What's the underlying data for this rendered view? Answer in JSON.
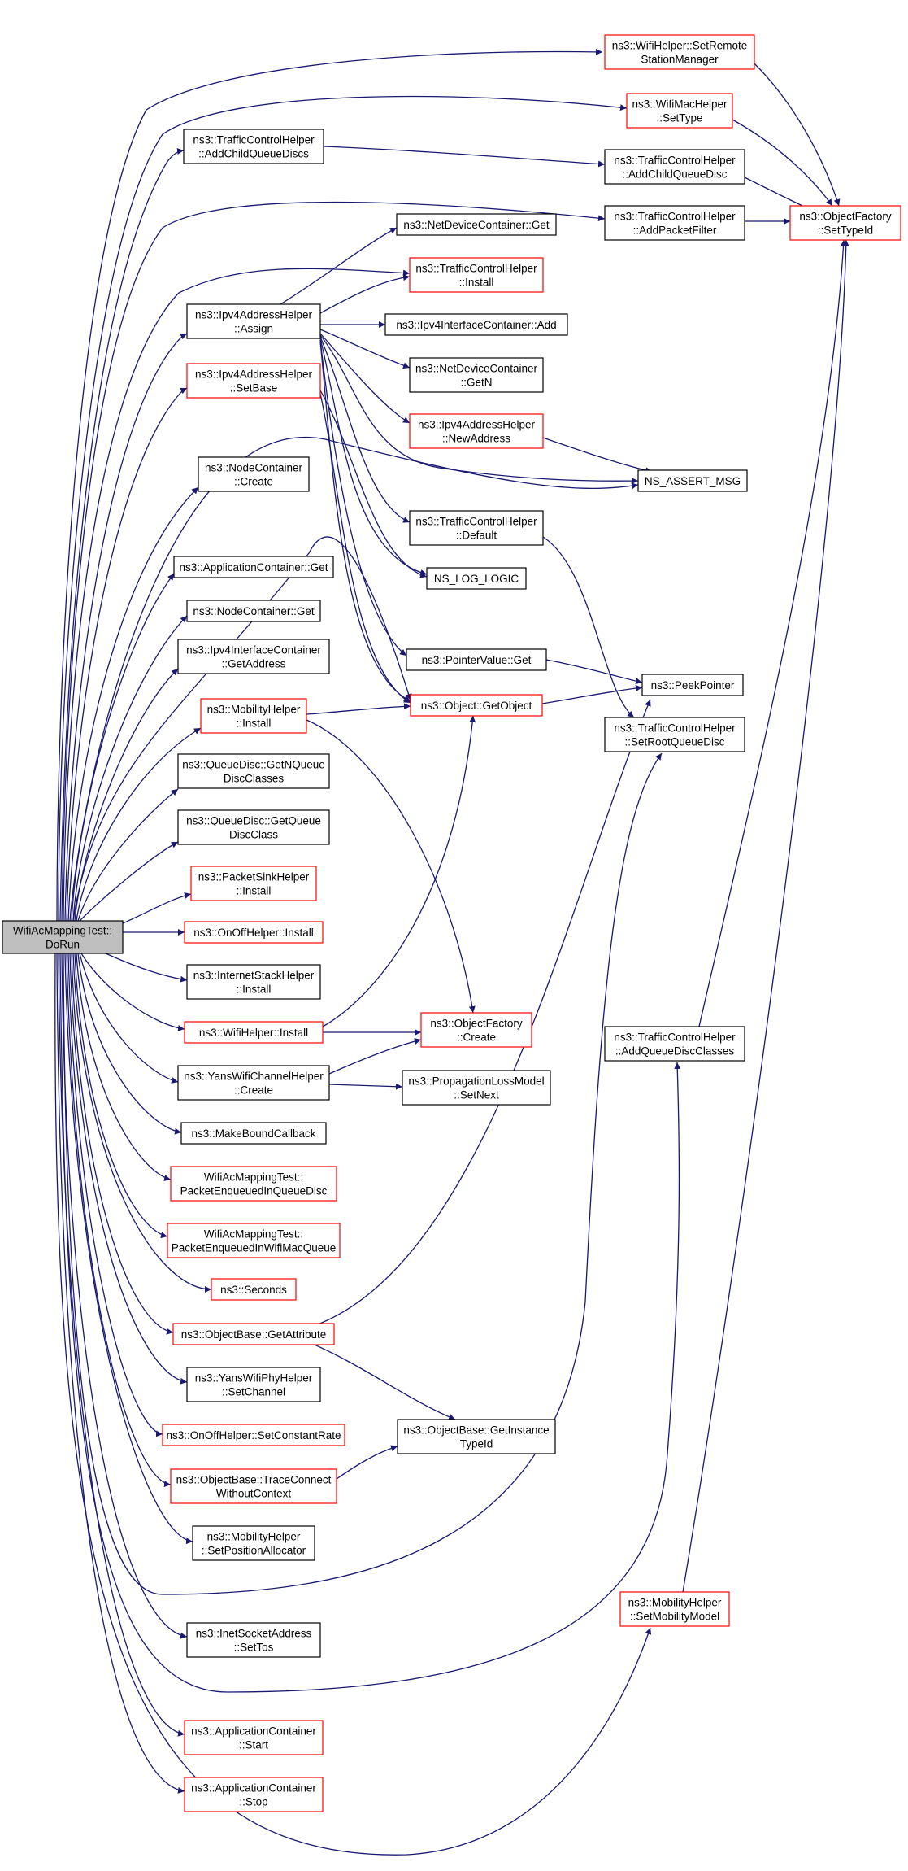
{
  "colors": {
    "edge": "#191970",
    "root_fill": "#bfbfbf",
    "root_border": "#000000",
    "ok_border": "#000000",
    "red_border": "#ff0000",
    "box_fill": "#ffffff"
  },
  "nodes": {
    "root": {
      "lines": [
        "WifiAcMappingTest::",
        "DoRun"
      ],
      "style": "root"
    },
    "setRemote": {
      "lines": [
        "ns3::WifiHelper::SetRemote",
        "StationManager"
      ],
      "style": "red"
    },
    "macSetType": {
      "lines": [
        "ns3::WifiMacHelper",
        "::SetType"
      ],
      "style": "red"
    },
    "addChild1": {
      "lines": [
        "ns3::TrafficControlHelper",
        "::AddChildQueueDiscs"
      ],
      "style": "black"
    },
    "addChild2": {
      "lines": [
        "ns3::TrafficControlHelper",
        "::AddChildQueueDisc"
      ],
      "style": "black"
    },
    "addFilter": {
      "lines": [
        "ns3::TrafficControlHelper",
        "::AddPacketFilter"
      ],
      "style": "black"
    },
    "ofSetTypeId": {
      "lines": [
        "ns3::ObjectFactory",
        "::SetTypeId"
      ],
      "style": "red"
    },
    "ndcGet": {
      "lines": [
        "ns3::NetDeviceContainer::Get"
      ],
      "style": "black"
    },
    "tchInstall": {
      "lines": [
        "ns3::TrafficControlHelper",
        "::Install"
      ],
      "style": "red"
    },
    "ipv4Assign": {
      "lines": [
        "ns3::Ipv4AddressHelper",
        "::Assign"
      ],
      "style": "black"
    },
    "ipv4IcAdd": {
      "lines": [
        "ns3::Ipv4InterfaceContainer::Add"
      ],
      "style": "black"
    },
    "ndcGetN": {
      "lines": [
        "ns3::NetDeviceContainer",
        "::GetN"
      ],
      "style": "black"
    },
    "ipv4SetBase": {
      "lines": [
        "ns3::Ipv4AddressHelper",
        "::SetBase"
      ],
      "style": "red"
    },
    "ipv4NewAddr": {
      "lines": [
        "ns3::Ipv4AddressHelper",
        "::NewAddress"
      ],
      "style": "red"
    },
    "nsAssert": {
      "lines": [
        "NS_ASSERT_MSG"
      ],
      "style": "black"
    },
    "ncCreate": {
      "lines": [
        "ns3::NodeContainer",
        "::Create"
      ],
      "style": "black"
    },
    "tchDefault": {
      "lines": [
        "ns3::TrafficControlHelper",
        "::Default"
      ],
      "style": "black"
    },
    "appGet": {
      "lines": [
        "ns3::ApplicationContainer::Get"
      ],
      "style": "black"
    },
    "nsLog": {
      "lines": [
        "NS_LOG_LOGIC"
      ],
      "style": "black"
    },
    "ncGet": {
      "lines": [
        "ns3::NodeContainer::Get"
      ],
      "style": "black"
    },
    "ipv4IcGetAddr": {
      "lines": [
        "ns3::Ipv4InterfaceContainer",
        "::GetAddress"
      ],
      "style": "black"
    },
    "pvGet": {
      "lines": [
        "ns3::PointerValue::Get"
      ],
      "style": "black"
    },
    "peekPtr": {
      "lines": [
        "ns3::PeekPointer"
      ],
      "style": "black"
    },
    "mobInstall": {
      "lines": [
        "ns3::MobilityHelper",
        "::Install"
      ],
      "style": "red"
    },
    "objGetObject": {
      "lines": [
        "ns3::Object::GetObject"
      ],
      "style": "red"
    },
    "setRootQd": {
      "lines": [
        "ns3::TrafficControlHelper",
        "::SetRootQueueDisc"
      ],
      "style": "black"
    },
    "qdGetN": {
      "lines": [
        "ns3::QueueDisc::GetNQueue",
        "DiscClasses"
      ],
      "style": "black"
    },
    "qdGetQ": {
      "lines": [
        "ns3::QueueDisc::GetQueue",
        "DiscClass"
      ],
      "style": "black"
    },
    "psInstall": {
      "lines": [
        "ns3::PacketSinkHelper",
        "::Install"
      ],
      "style": "red"
    },
    "ooInstall": {
      "lines": [
        "ns3::OnOffHelper::Install"
      ],
      "style": "red"
    },
    "isInstall": {
      "lines": [
        "ns3::InternetStackHelper",
        "::Install"
      ],
      "style": "black"
    },
    "wifiInstall": {
      "lines": [
        "ns3::WifiHelper::Install"
      ],
      "style": "red"
    },
    "ofCreate": {
      "lines": [
        "ns3::ObjectFactory",
        "::Create"
      ],
      "style": "red"
    },
    "addQdClasses": {
      "lines": [
        "ns3::TrafficControlHelper",
        "::AddQueueDiscClasses"
      ],
      "style": "black"
    },
    "ywcCreate": {
      "lines": [
        "ns3::YansWifiChannelHelper",
        "::Create"
      ],
      "style": "black"
    },
    "plmSetNext": {
      "lines": [
        "ns3::PropagationLossModel",
        "::SetNext"
      ],
      "style": "black"
    },
    "mbc": {
      "lines": [
        "ns3::MakeBoundCallback"
      ],
      "style": "black"
    },
    "peQd": {
      "lines": [
        "WifiAcMappingTest::",
        "PacketEnqueuedInQueueDisc"
      ],
      "style": "red"
    },
    "peMac": {
      "lines": [
        "WifiAcMappingTest::",
        "PacketEnqueuedInWifiMacQueue"
      ],
      "style": "red"
    },
    "seconds": {
      "lines": [
        "ns3::Seconds"
      ],
      "style": "red"
    },
    "obGetAttr": {
      "lines": [
        "ns3::ObjectBase::GetAttribute"
      ],
      "style": "red"
    },
    "ywpSetChan": {
      "lines": [
        "ns3::YansWifiPhyHelper",
        "::SetChannel"
      ],
      "style": "black"
    },
    "ooSetRate": {
      "lines": [
        "ns3::OnOffHelper::SetConstantRate"
      ],
      "style": "red"
    },
    "obGetInst": {
      "lines": [
        "ns3::ObjectBase::GetInstance",
        "TypeId"
      ],
      "style": "black"
    },
    "obTrace": {
      "lines": [
        "ns3::ObjectBase::TraceConnect",
        "WithoutContext"
      ],
      "style": "red"
    },
    "mobSetPos": {
      "lines": [
        "ns3::MobilityHelper",
        "::SetPositionAllocator"
      ],
      "style": "black"
    },
    "mobSetModel": {
      "lines": [
        "ns3::MobilityHelper",
        "::SetMobilityModel"
      ],
      "style": "red"
    },
    "isaSetTos": {
      "lines": [
        "ns3::InetSocketAddress",
        "::SetTos"
      ],
      "style": "black"
    },
    "acStart": {
      "lines": [
        "ns3::ApplicationContainer",
        "::Start"
      ],
      "style": "red"
    },
    "acStop": {
      "lines": [
        "ns3::ApplicationContainer",
        "::Stop"
      ],
      "style": "red"
    }
  },
  "edges": [
    [
      "root",
      "setRemote"
    ],
    [
      "root",
      "macSetType"
    ],
    [
      "root",
      "addChild1"
    ],
    [
      "root",
      "addFilter"
    ],
    [
      "root",
      "tchInstall"
    ],
    [
      "root",
      "ipv4Assign"
    ],
    [
      "root",
      "ipv4SetBase"
    ],
    [
      "root",
      "ncCreate"
    ],
    [
      "root",
      "nsAssert"
    ],
    [
      "root",
      "appGet"
    ],
    [
      "root",
      "ncGet"
    ],
    [
      "root",
      "ipv4IcGetAddr"
    ],
    [
      "root",
      "mobInstall"
    ],
    [
      "root",
      "qdGetN"
    ],
    [
      "root",
      "qdGetQ"
    ],
    [
      "root",
      "psInstall"
    ],
    [
      "root",
      "ooInstall"
    ],
    [
      "root",
      "isInstall"
    ],
    [
      "root",
      "wifiInstall"
    ],
    [
      "root",
      "ywcCreate"
    ],
    [
      "root",
      "mbc"
    ],
    [
      "root",
      "peQd"
    ],
    [
      "root",
      "peMac"
    ],
    [
      "root",
      "seconds"
    ],
    [
      "root",
      "obGetAttr"
    ],
    [
      "root",
      "ywpSetChan"
    ],
    [
      "root",
      "ooSetRate"
    ],
    [
      "root",
      "obTrace"
    ],
    [
      "root",
      "mobSetPos"
    ],
    [
      "root",
      "setRootQd"
    ],
    [
      "root",
      "isaSetTos"
    ],
    [
      "root",
      "addQdClasses"
    ],
    [
      "root",
      "acStart"
    ],
    [
      "root",
      "acStop"
    ],
    [
      "root",
      "mobSetModel"
    ],
    [
      "root",
      "objGetObject"
    ],
    [
      "setRemote",
      "ofSetTypeId"
    ],
    [
      "macSetType",
      "ofSetTypeId"
    ],
    [
      "addChild1",
      "addChild2"
    ],
    [
      "addChild2",
      "ofSetTypeId"
    ],
    [
      "addFilter",
      "ofSetTypeId"
    ],
    [
      "ipv4Assign",
      "ndcGet"
    ],
    [
      "ipv4Assign",
      "tchInstall"
    ],
    [
      "ipv4Assign",
      "ipv4IcAdd"
    ],
    [
      "ipv4Assign",
      "ndcGetN"
    ],
    [
      "ipv4Assign",
      "ipv4NewAddr"
    ],
    [
      "ipv4Assign",
      "nsAssert"
    ],
    [
      "ipv4Assign",
      "tchDefault"
    ],
    [
      "ipv4Assign",
      "nsLog"
    ],
    [
      "ipv4Assign",
      "pvGet"
    ],
    [
      "ipv4Assign",
      "objGetObject"
    ],
    [
      "ipv4SetBase",
      "nsLog"
    ],
    [
      "ipv4SetBase",
      "objGetObject"
    ],
    [
      "ipv4NewAddr",
      "nsAssert"
    ],
    [
      "tchDefault",
      "setRootQd"
    ],
    [
      "pvGet",
      "peekPtr"
    ],
    [
      "mobInstall",
      "objGetObject"
    ],
    [
      "mobInstall",
      "ofCreate"
    ],
    [
      "objGetObject",
      "peekPtr"
    ],
    [
      "wifiInstall",
      "objGetObject"
    ],
    [
      "wifiInstall",
      "ofCreate"
    ],
    [
      "ywcCreate",
      "ofCreate"
    ],
    [
      "ywcCreate",
      "plmSetNext"
    ],
    [
      "obGetAttr",
      "peekPtr"
    ],
    [
      "obGetAttr",
      "obGetInst"
    ],
    [
      "obTrace",
      "obGetInst"
    ],
    [
      "addQdClasses",
      "ofSetTypeId"
    ],
    [
      "mobSetModel",
      "ofSetTypeId"
    ]
  ]
}
